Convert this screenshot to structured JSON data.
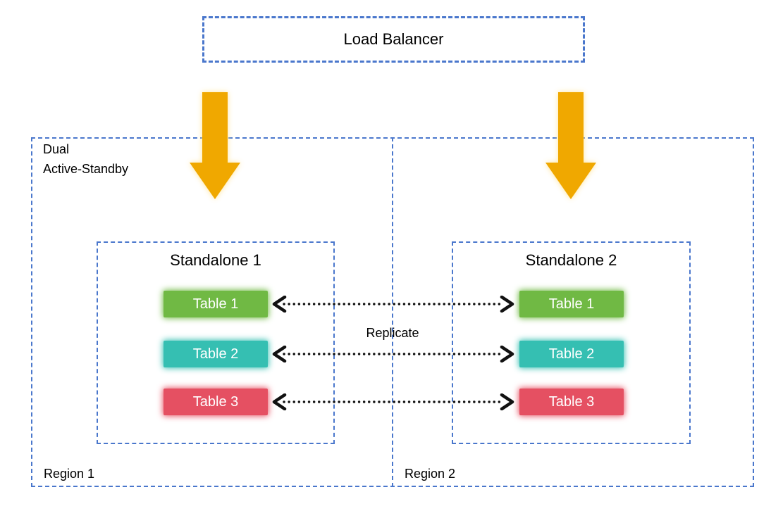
{
  "diagram": {
    "load_balancer_label": "Load Balancer",
    "dual_label_line1": "Dual",
    "dual_label_line2": "Active-Standby",
    "replicate_label": "Replicate"
  },
  "regions": [
    {
      "label": "Region 1",
      "standalone": {
        "title": "Standalone 1",
        "tables": [
          {
            "label": "Table 1",
            "color": "#70B944"
          },
          {
            "label": "Table 2",
            "color": "#35BFB2"
          },
          {
            "label": "Table 3",
            "color": "#E55062"
          }
        ]
      }
    },
    {
      "label": "Region 2",
      "standalone": {
        "title": "Standalone 2",
        "tables": [
          {
            "label": "Table 1",
            "color": "#70B944"
          },
          {
            "label": "Table 2",
            "color": "#35BFB2"
          },
          {
            "label": "Table 3",
            "color": "#E55062"
          }
        ]
      }
    }
  ],
  "colors": {
    "dashed_border_blue": "#4A77CC",
    "arrow_gold": "#F0A800",
    "connector_black": "#111111",
    "table_text_white": "#FFFFFF"
  }
}
